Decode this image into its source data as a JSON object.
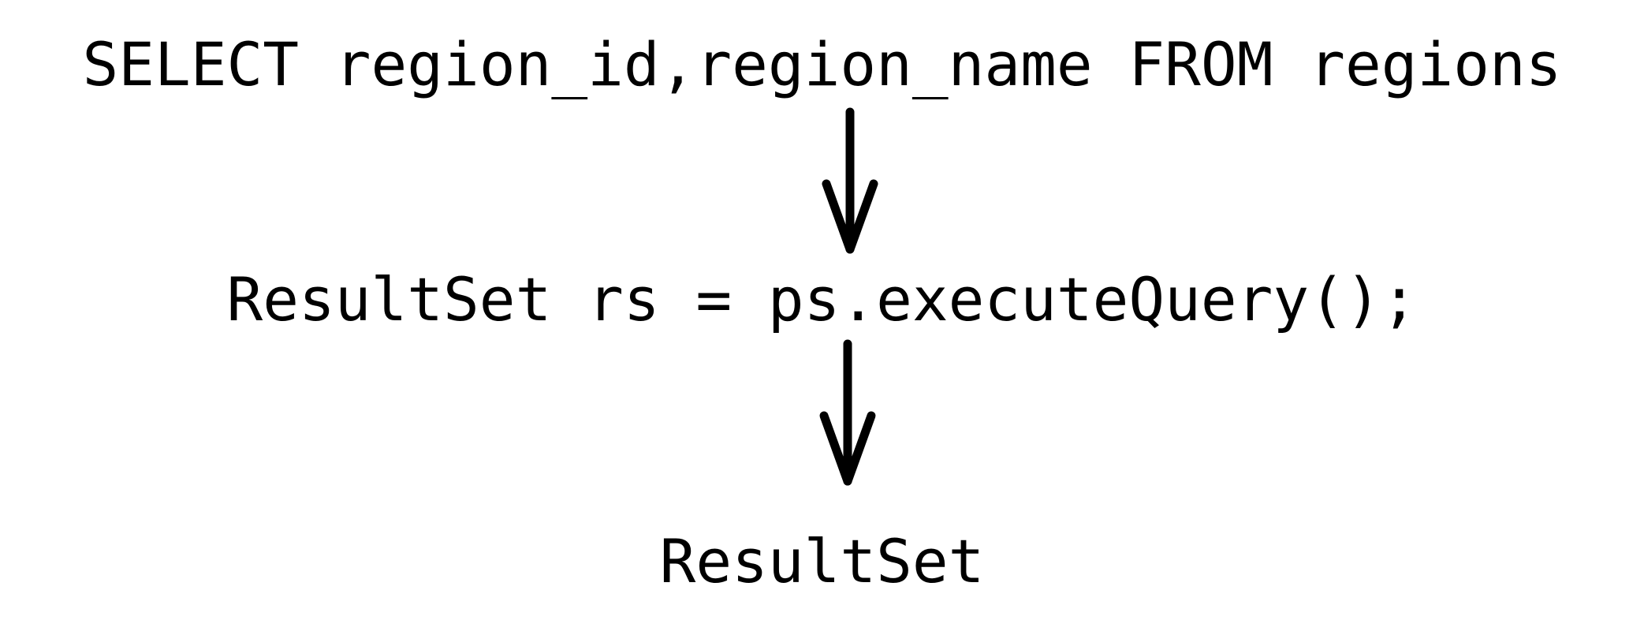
{
  "diagram": {
    "steps": [
      {
        "text": "SELECT region_id,region_name FROM regions"
      },
      {
        "text": "ResultSet rs = ps.executeQuery();"
      },
      {
        "text": "ResultSet"
      }
    ]
  },
  "colors": {
    "background": "#ffffff",
    "foreground": "#000000"
  }
}
